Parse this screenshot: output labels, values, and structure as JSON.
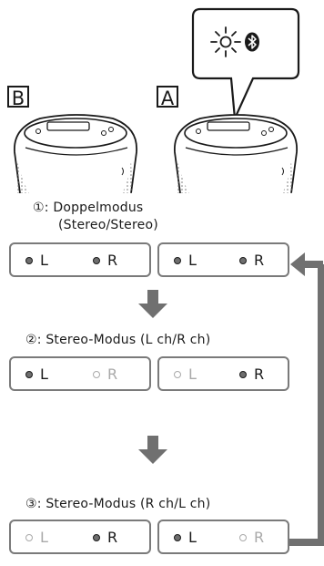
{
  "speakers": {
    "left_label": "B",
    "right_label": "A"
  },
  "callout": {
    "icons": [
      "led-blink-icon",
      "bluetooth-icon"
    ]
  },
  "modes": [
    {
      "number": "①",
      "title": ": Doppelmodus",
      "subtitle": "(Stereo/Stereo)",
      "box_b": [
        {
          "text": "L",
          "lit": true
        },
        {
          "text": "R",
          "lit": true
        }
      ],
      "box_a": [
        {
          "text": "L",
          "lit": true
        },
        {
          "text": "R",
          "lit": true
        }
      ]
    },
    {
      "number": "②",
      "title": ": Stereo-Modus (L ch/R ch)",
      "box_b": [
        {
          "text": "L",
          "lit": true
        },
        {
          "text": "R",
          "lit": false
        }
      ],
      "box_a": [
        {
          "text": "L",
          "lit": false
        },
        {
          "text": "R",
          "lit": true
        }
      ]
    },
    {
      "number": "③",
      "title": ": Stereo-Modus (R ch/L ch)",
      "box_b": [
        {
          "text": "L",
          "lit": false
        },
        {
          "text": "R",
          "lit": true
        }
      ],
      "box_a": [
        {
          "text": "L",
          "lit": true
        },
        {
          "text": "R",
          "lit": false
        }
      ]
    }
  ]
}
